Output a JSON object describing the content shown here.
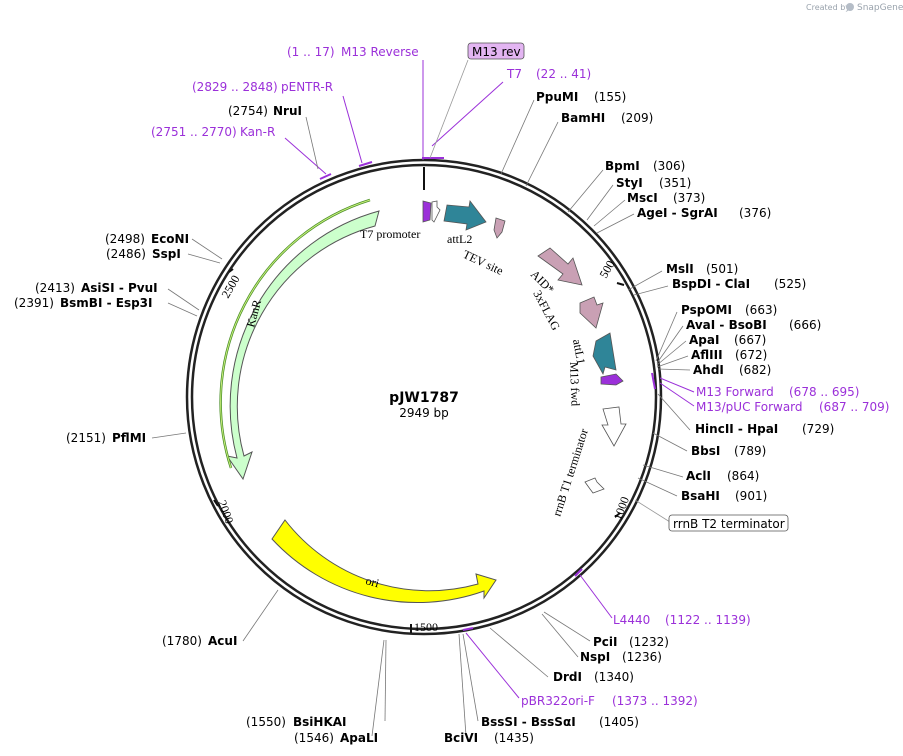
{
  "credit": {
    "prefix": "Created by",
    "brand": "SnapGene"
  },
  "plasmid": {
    "name": "pJW1787",
    "size": "2949 bp",
    "length": 2949
  },
  "ticks": [
    "500",
    "1000",
    "1500",
    "2000",
    "2500"
  ],
  "enzymes": [
    {
      "id": "PpuMI",
      "label": "PpuMI",
      "pos": "(155)"
    },
    {
      "id": "BamHI",
      "label": "BamHI",
      "pos": "(209)"
    },
    {
      "id": "BpmI",
      "label": "BpmI",
      "pos": "(306)"
    },
    {
      "id": "StyI",
      "label": "StyI",
      "pos": "(351)"
    },
    {
      "id": "MscI",
      "label": "MscI",
      "pos": "(373)"
    },
    {
      "id": "AgeI",
      "label": "AgeI  - SgrAI",
      "pos": "(376)"
    },
    {
      "id": "MslI",
      "label": "MslI",
      "pos": "(501)"
    },
    {
      "id": "BspDI",
      "label": "BspDI  - ClaI",
      "pos": "(525)"
    },
    {
      "id": "PspOMI",
      "label": "PspOMI",
      "pos": "(663)"
    },
    {
      "id": "AvaI",
      "label": "AvaI  - BsoBI",
      "pos": "(666)"
    },
    {
      "id": "ApaI",
      "label": "ApaI",
      "pos": "(667)"
    },
    {
      "id": "AflIII",
      "label": "AflIII",
      "pos": "(672)"
    },
    {
      "id": "AhdI",
      "label": "AhdI",
      "pos": "(682)"
    },
    {
      "id": "HincII",
      "label": "HincII  - HpaI",
      "pos": "(729)"
    },
    {
      "id": "BbsI",
      "label": "BbsI",
      "pos": "(789)"
    },
    {
      "id": "AclI",
      "label": "AclI",
      "pos": "(864)"
    },
    {
      "id": "BsaHI",
      "label": "BsaHI",
      "pos": "(901)"
    },
    {
      "id": "PciI",
      "label": "PciI",
      "pos": "(1232)"
    },
    {
      "id": "NspI",
      "label": "NspI",
      "pos": "(1236)"
    },
    {
      "id": "DrdI",
      "label": "DrdI",
      "pos": "(1340)"
    },
    {
      "id": "BssSI",
      "label": "BssSI  - BssSαI",
      "pos": "(1405)"
    },
    {
      "id": "BciVI",
      "label": "BciVI",
      "pos": "(1435)"
    },
    {
      "id": "ApaLI",
      "label": "ApaLI",
      "pos": "(1546)"
    },
    {
      "id": "BsiHKAI",
      "label": "BsiHKAI",
      "pos": "(1550)"
    },
    {
      "id": "AcuI",
      "label": "AcuI",
      "pos": "(1780)"
    },
    {
      "id": "PflMI",
      "label": "PflMI",
      "pos": "(2151)"
    },
    {
      "id": "BsmBI",
      "label": "BsmBI  - Esp3I",
      "pos": "(2391)"
    },
    {
      "id": "AsiSI",
      "label": "AsiSI  - PvuI",
      "pos": "(2413)"
    },
    {
      "id": "SspI",
      "label": "SspI",
      "pos": "(2486)"
    },
    {
      "id": "EcoNI",
      "label": "EcoNI",
      "pos": "(2498)"
    },
    {
      "id": "NruI",
      "label": "NruI",
      "pos": "(2754)"
    }
  ],
  "primers": [
    {
      "id": "M13Reverse",
      "label": "M13 Reverse",
      "range": "(1 .. 17)"
    },
    {
      "id": "T7",
      "label": "T7",
      "range": "(22 .. 41)"
    },
    {
      "id": "pENTR-R",
      "label": "pENTR-R",
      "range": "(2829 .. 2848)"
    },
    {
      "id": "Kan-R",
      "label": "Kan-R",
      "range": "(2751 .. 2770)"
    },
    {
      "id": "M13Forward",
      "label": "M13 Forward",
      "range": "(678 .. 695)"
    },
    {
      "id": "M13pUC",
      "label": "M13/pUC Forward",
      "range": "(687 .. 709)"
    },
    {
      "id": "L4440",
      "label": "L4440",
      "range": "(1122 .. 1139)"
    },
    {
      "id": "pBR322",
      "label": "pBR322ori-F",
      "range": "(1373 .. 1392)"
    }
  ],
  "boxed": {
    "m13rev": "M13 rev",
    "rrnbt2": "rrnB T2 terminator"
  },
  "features": {
    "t7promoter": "T7 promoter",
    "attL2": "attL2",
    "tev": "TEV site",
    "aid": "AID*",
    "flag": "3xFLAG",
    "attL1": "attL1",
    "m13fwd": "M13 fwd",
    "rrnbt1": "rrnB T1 terminator",
    "kanr": "KanR",
    "ori": "ori"
  },
  "colors": {
    "primer": "#9b30d9",
    "attL": "#2f8598",
    "tagPink": "#c9a0b4",
    "kanr": "#ccffcc",
    "ori": "#ffff00",
    "m13box": "#e3b5f2"
  }
}
